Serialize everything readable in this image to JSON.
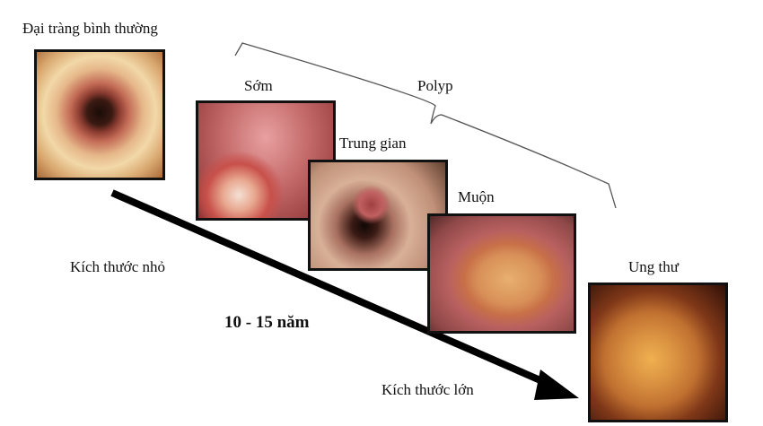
{
  "labels": {
    "normal": "Đại tràng bình thường",
    "early": "Sớm",
    "polyp": "Polyp",
    "intermediate": "Trung gian",
    "late": "Muộn",
    "small_size": "Kích thước nhỏ",
    "duration": "10 - 15 năm",
    "cancer": "Ung thư",
    "large_size": "Kích thước lớn"
  }
}
